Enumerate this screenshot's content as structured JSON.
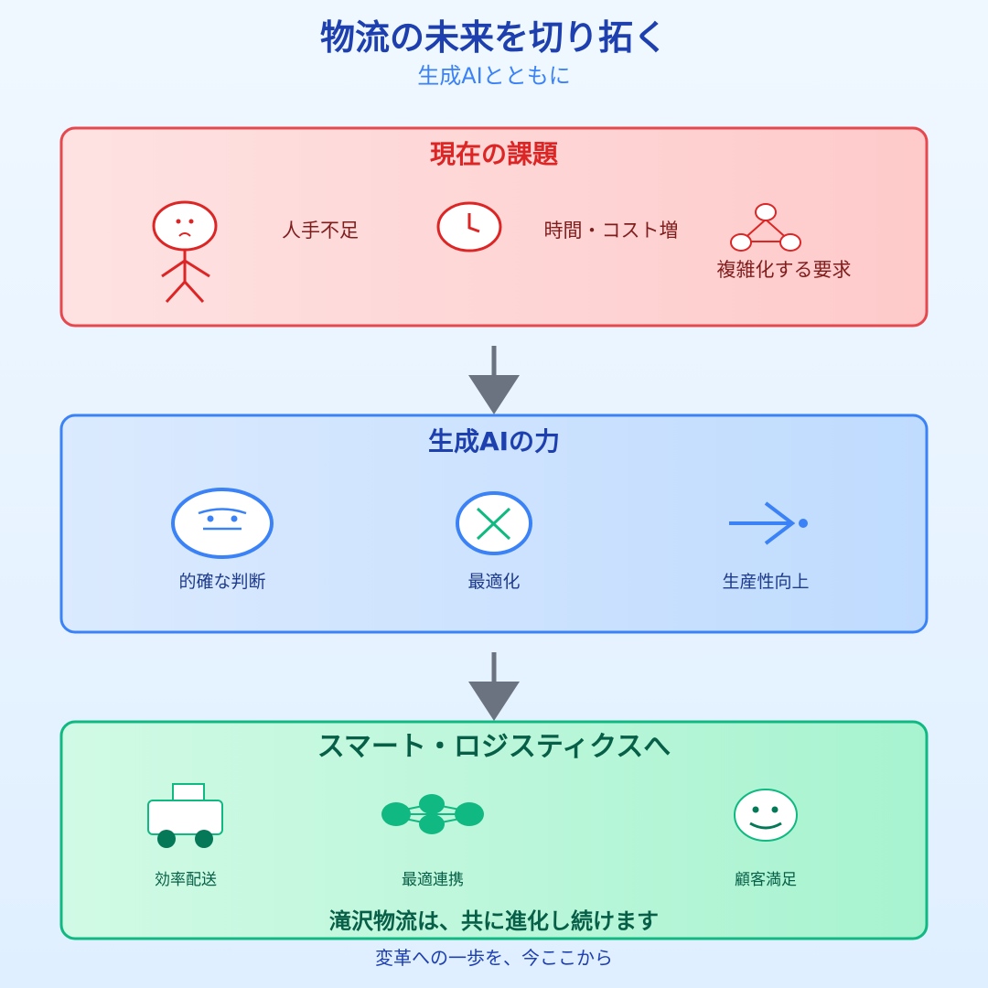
{
  "header": {
    "title": "物流の未来を切り拓く",
    "subtitle": "生成AIとともに"
  },
  "challenges": {
    "title": "現在の課題",
    "items": [
      {
        "label": "人手不足",
        "icon": "sad-person-icon"
      },
      {
        "label": "時間・コスト増",
        "icon": "clock-icon"
      },
      {
        "label": "複雑化する要求",
        "icon": "network-triangle-icon"
      }
    ]
  },
  "ai_power": {
    "title": "生成AIの力",
    "items": [
      {
        "label": "的確な判断",
        "icon": "face-icon"
      },
      {
        "label": "最適化",
        "icon": "cross-circle-icon"
      },
      {
        "label": "生産性向上",
        "icon": "arrow-right-icon"
      }
    ]
  },
  "smart_logistics": {
    "title": "スマート・ロジスティクスへ",
    "items": [
      {
        "label": "効率配送",
        "icon": "delivery-robot-icon"
      },
      {
        "label": "最適連携",
        "icon": "network-nodes-icon"
      },
      {
        "label": "顧客満足",
        "icon": "smiley-icon"
      }
    ],
    "message": "滝沢物流は、共に進化し続けます"
  },
  "footer": {
    "text": "変革への一歩を、今ここから"
  },
  "colors": {
    "red": "#dc2626",
    "blue": "#3b82f6",
    "navy": "#1e40af",
    "green": "#10b981",
    "darkgreen": "#065f46",
    "arrow": "#6b7280"
  }
}
